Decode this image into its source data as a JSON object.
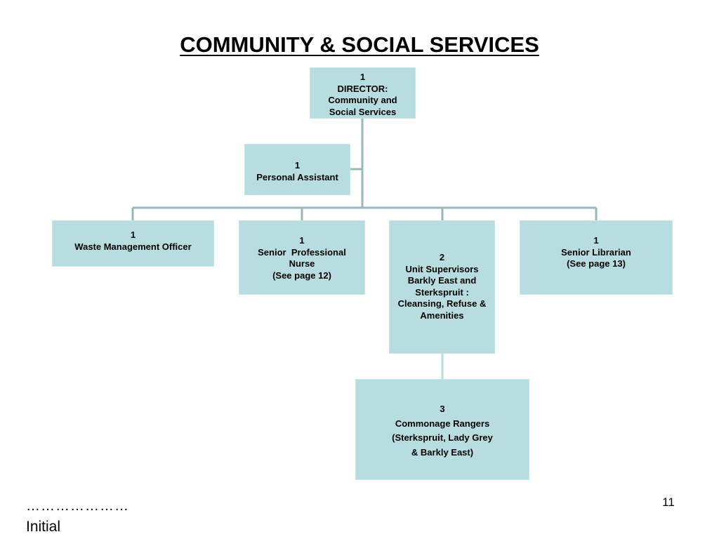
{
  "slide": {
    "title": "COMMUNITY & SOCIAL SERVICES",
    "page_number": "11",
    "signature_dots": "…………………",
    "signature_label": "Initial"
  },
  "colors": {
    "box_fill": "#b7dde1",
    "connector": "#9ab8ba"
  },
  "org_chart": {
    "director": {
      "count": "1",
      "lines": [
        "DIRECTOR:",
        "Community and",
        "Social Services"
      ]
    },
    "personal_assistant": {
      "count": "1",
      "lines": [
        "Personal Assistant"
      ]
    },
    "waste_management": {
      "count": "1",
      "lines": [
        "Waste Management Officer"
      ]
    },
    "senior_nurse": {
      "count": "1",
      "lines": [
        "Senior  Professional",
        "Nurse",
        "(See page 12)"
      ]
    },
    "unit_supervisors": {
      "count": "2",
      "lines": [
        "Unit Supervisors",
        "Barkly East and",
        "Sterkspruit :",
        "Cleansing, Refuse &",
        "Amenities"
      ]
    },
    "senior_librarian": {
      "count": "1",
      "lines": [
        "Senior Librarian",
        "(See page 13)"
      ]
    },
    "commonage_rangers": {
      "count": "3",
      "lines": [
        "Commonage Rangers",
        "(Sterkspruit, Lady Grey",
        "& Barkly East)"
      ]
    }
  }
}
